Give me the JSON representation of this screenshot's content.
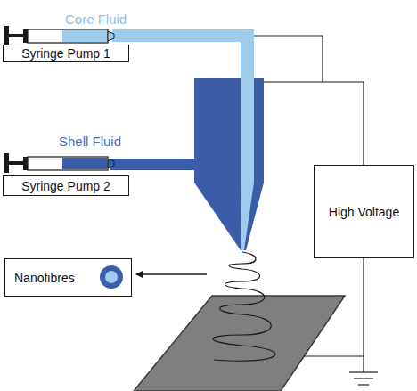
{
  "diagram": {
    "nodes": [
      {
        "text": [
          "Syringe Pump 1"
        ]
      },
      {
        "text": [
          "Syringe Pump 2"
        ]
      },
      {
        "text": [
          "High Voltage"
        ]
      },
      {
        "text": [
          "Nanofibres"
        ]
      }
    ],
    "labels": [
      "Core Fluid",
      "Shell Fluid"
    ]
  }
}
